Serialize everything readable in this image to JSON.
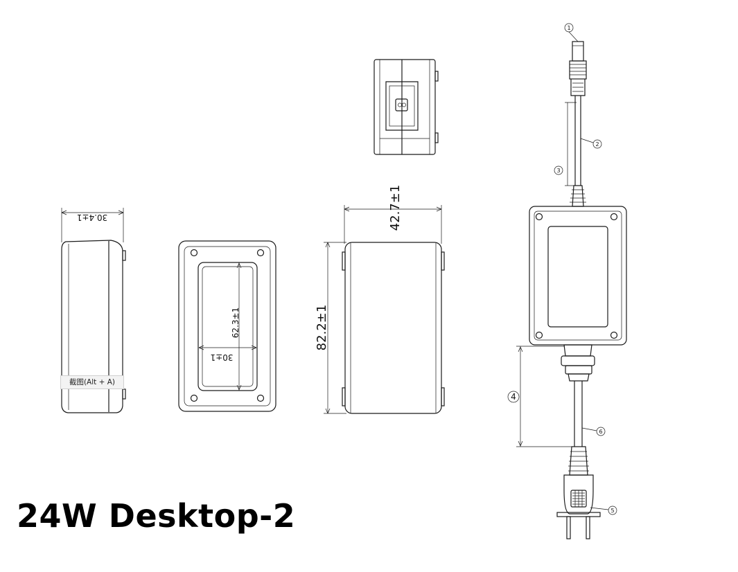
{
  "title": "24W Desktop-2",
  "tooltip": "截图(Alt + A)",
  "dimensions": {
    "side_thickness": "30.4±1",
    "top_width": "42.7±1",
    "front_height": "82.2±1",
    "label_height": "62.3±1",
    "label_width": "30±1"
  },
  "callouts": [
    "1",
    "2",
    "3",
    "4",
    "5",
    "6"
  ]
}
